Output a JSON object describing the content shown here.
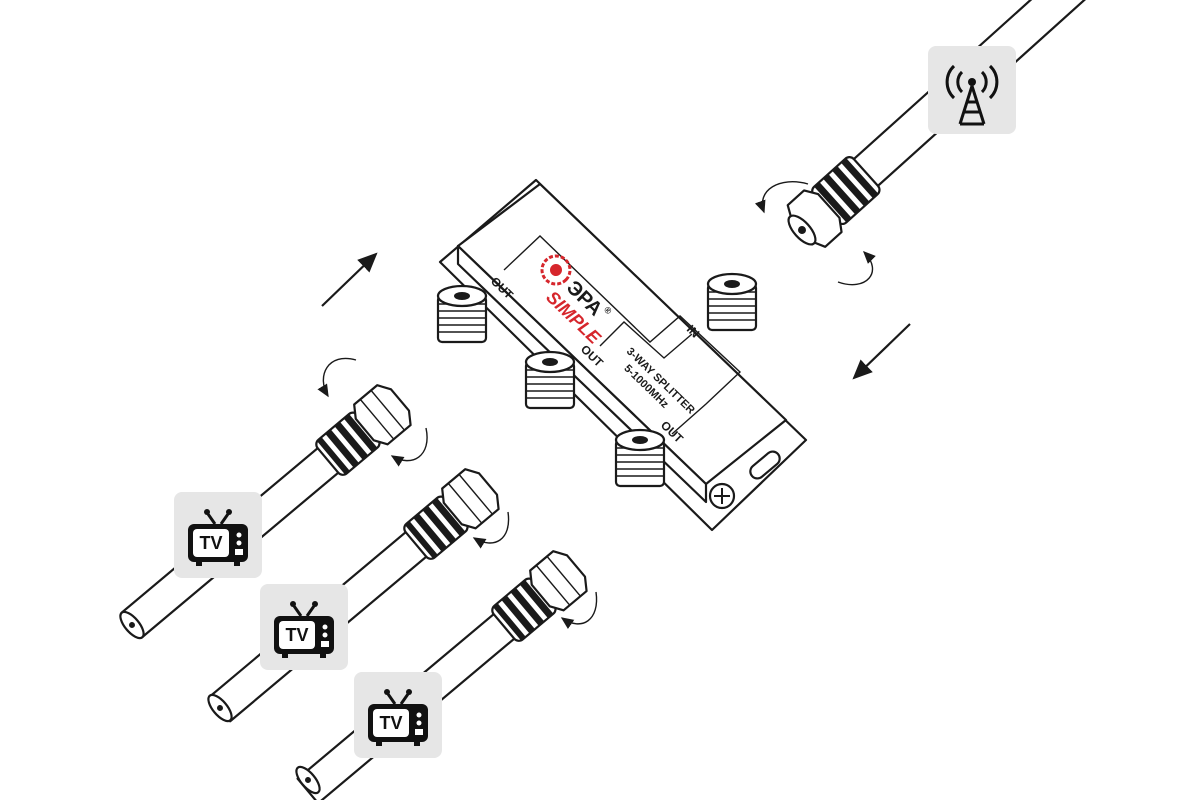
{
  "splitter": {
    "brand": "ЭРА",
    "brand_mark": "®",
    "sub_brand": "SIMPLE",
    "model_line1": "3-WAY SPLITTER",
    "model_line2": "5-1000MHz",
    "port_in": "IN",
    "port_out": "OUT"
  },
  "tv_label": "TV",
  "icons": [
    "antenna-icon",
    "tv-icon",
    "tv-icon",
    "tv-icon"
  ],
  "colors": {
    "accent": "#d6262c",
    "badge_bg": "#e6e6e6",
    "ink": "#1a1a1a"
  }
}
